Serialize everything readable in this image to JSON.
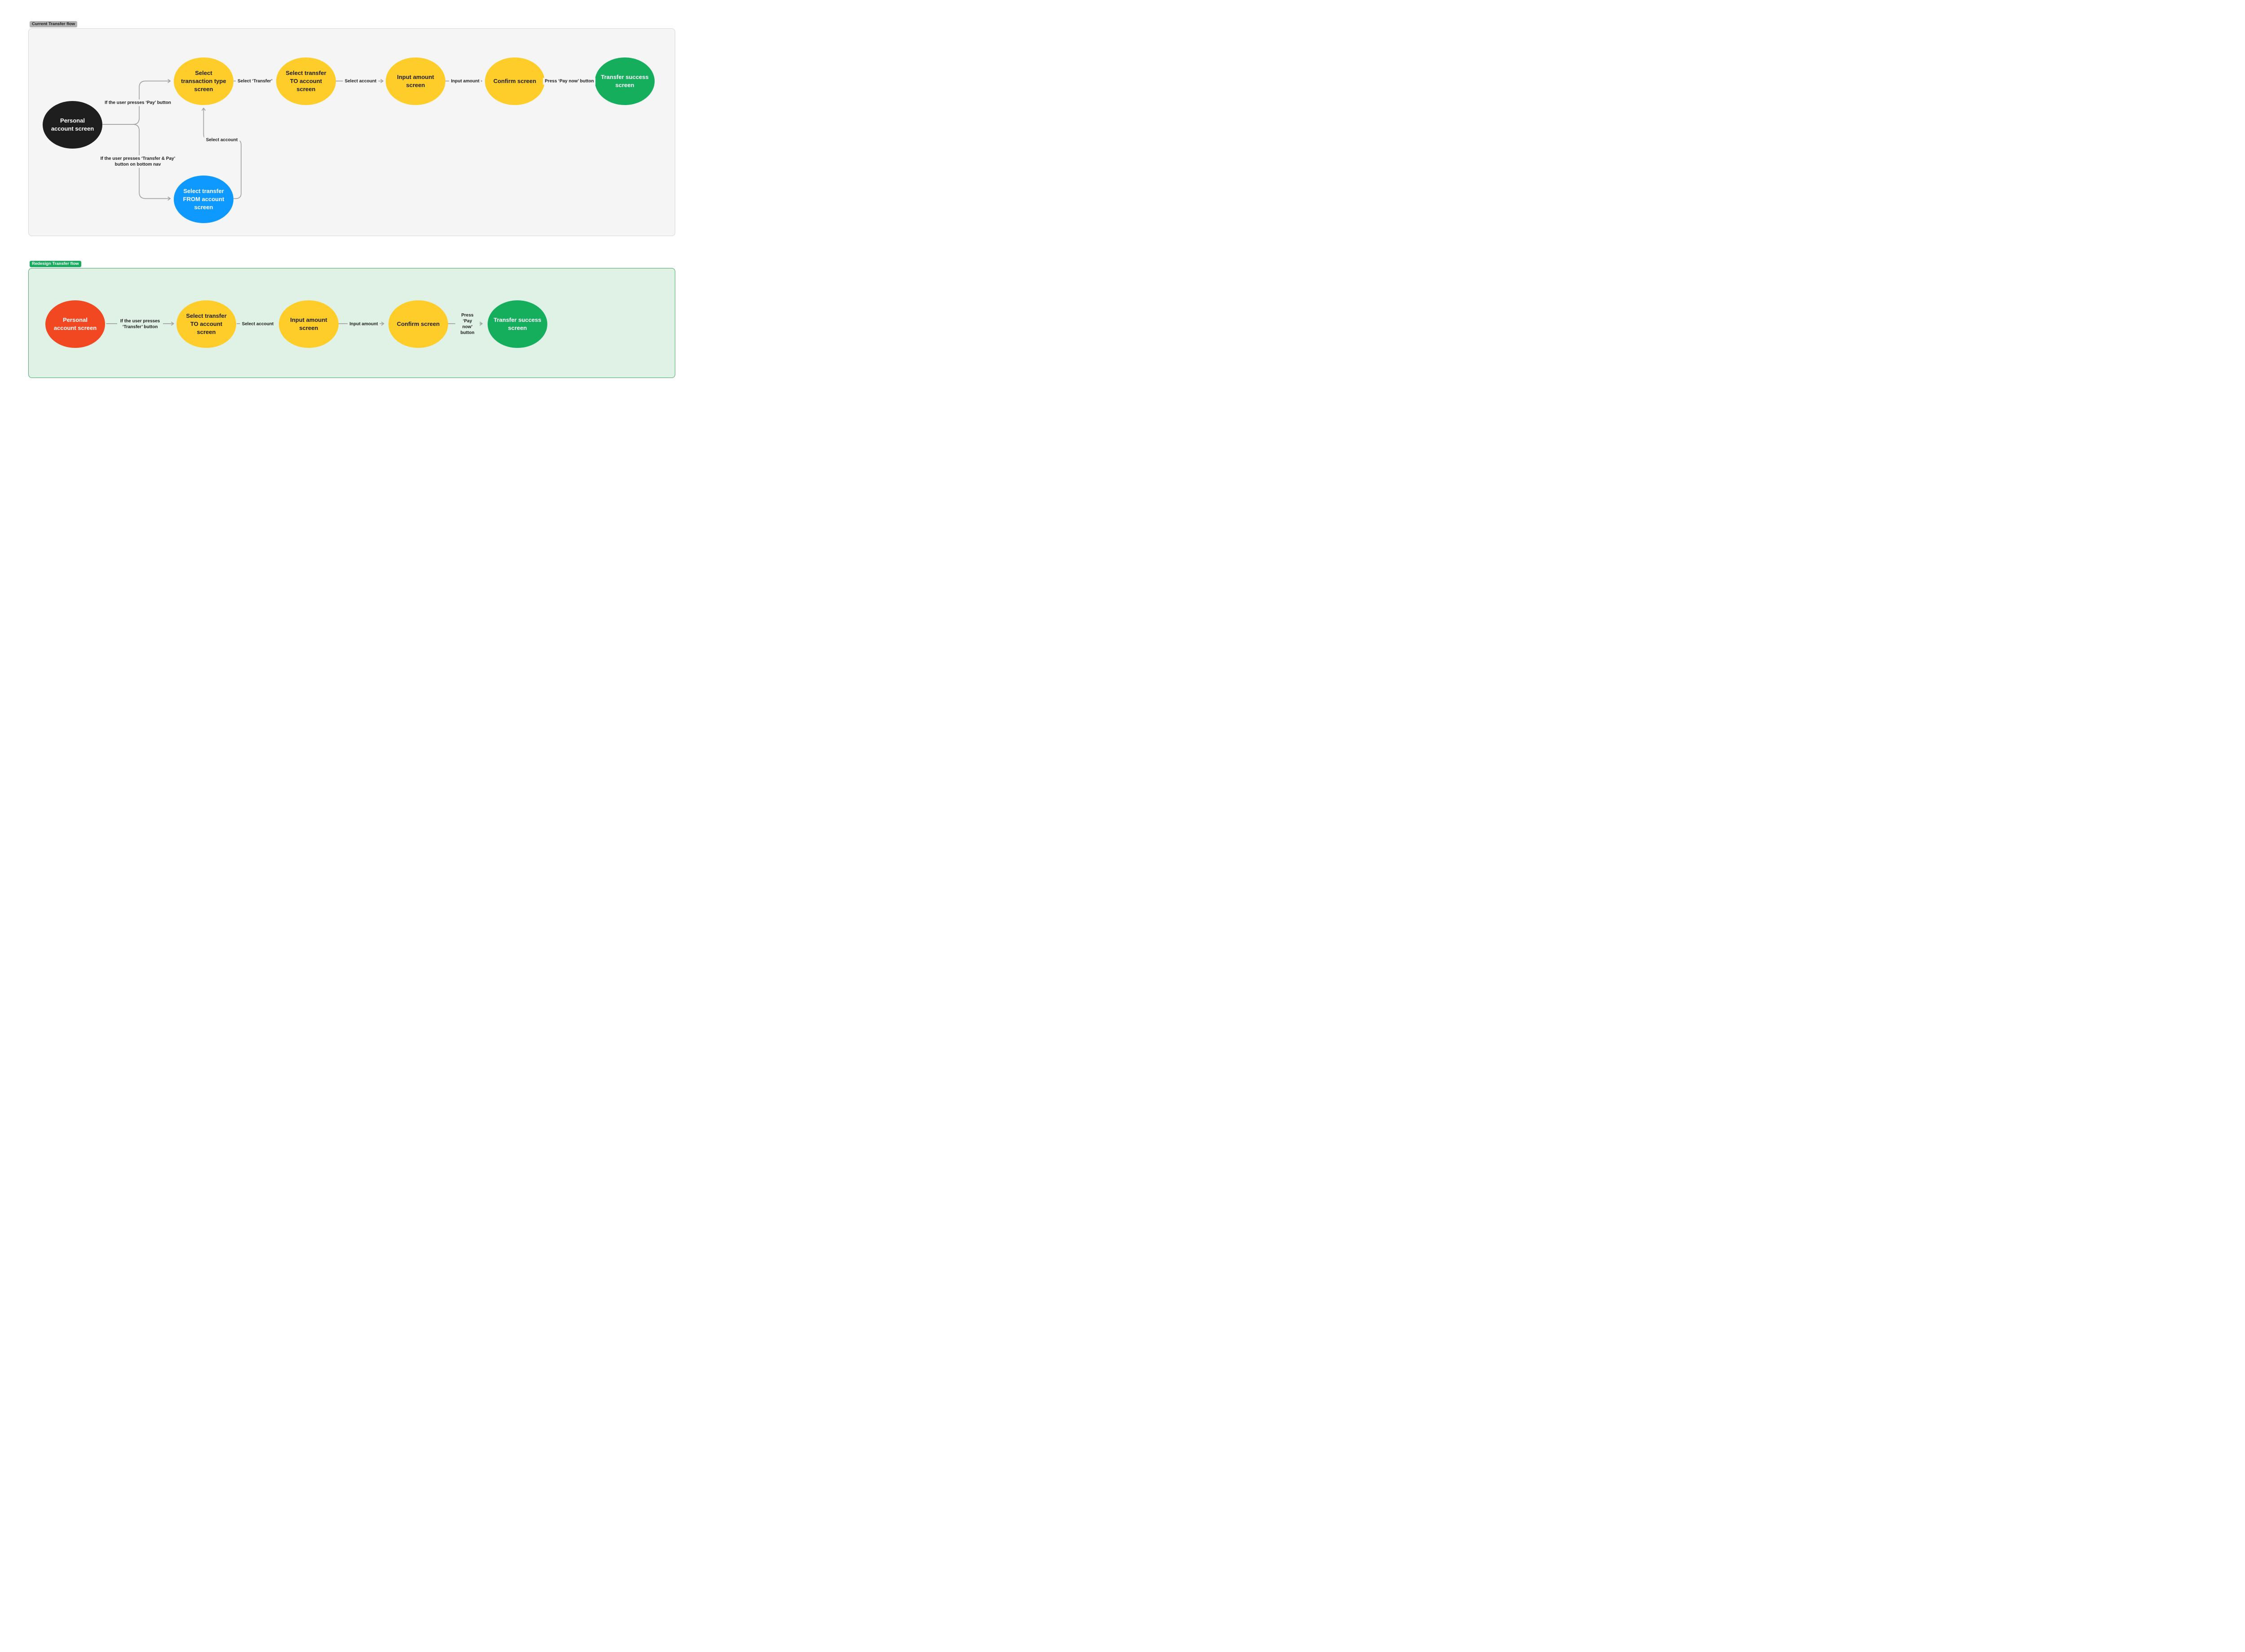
{
  "panels": [
    {
      "badge": {
        "label": "Current Transfer flow",
        "bg": "#B2B2B2",
        "text_color": "#1E1E1E"
      },
      "bg": "#F5F5F5",
      "border_color": "#D8D8D8",
      "connector_color": "#A3A3A3",
      "nodes": [
        {
          "label": "Personal account screen",
          "fill": "#1E1E1E",
          "text_color": "#FFFFFF"
        },
        {
          "label": "Select transaction type screen",
          "fill": "#FFCD29",
          "text_color": "#1E1E1E"
        },
        {
          "label": "Select transfer TO account screen",
          "fill": "#FFCD29",
          "text_color": "#1E1E1E"
        },
        {
          "label": "Input amount screen",
          "fill": "#FFCD29",
          "text_color": "#1E1E1E"
        },
        {
          "label": "Confirm screen",
          "fill": "#FFCD29",
          "text_color": "#1E1E1E"
        },
        {
          "label": "Transfer success screen",
          "fill": "#14AE5C",
          "text_color": "#FFFFFF"
        },
        {
          "label": "Select transfer FROM account screen",
          "fill": "#0D99FF",
          "text_color": "#FFFFFF"
        }
      ],
      "edge_labels": [
        "If the user presses ‘Pay’ button",
        "If the user presses ‘Transfer & Pay’ button on bottom nav",
        "Select account",
        "Select ‘Transfer’",
        "Select account",
        "Input amount",
        "Press ‘Pay now’ button"
      ]
    },
    {
      "badge": {
        "label": "Redesign Transfer flow",
        "bg": "#14AE5C",
        "text_color": "#FFFFFF"
      },
      "bg": "#DFF2E5",
      "border_color": "#43A868",
      "connector_color": "#A3A3A3",
      "nodes": [
        {
          "label": "Personal account screen",
          "fill": "#F24822",
          "text_color": "#FFFFFF"
        },
        {
          "label": "Select transfer TO account screen",
          "fill": "#FFCD29",
          "text_color": "#1E1E1E"
        },
        {
          "label": "Input amount screen",
          "fill": "#FFCD29",
          "text_color": "#1E1E1E"
        },
        {
          "label": "Confirm screen",
          "fill": "#FFCD29",
          "text_color": "#1E1E1E"
        },
        {
          "label": "Transfer success screen",
          "fill": "#14AE5C",
          "text_color": "#FFFFFF"
        }
      ],
      "edge_labels": [
        "If the user presses ‘Transfer’ button",
        "Select account",
        "Input amount",
        "Press ‘Pay now’ button"
      ]
    }
  ]
}
